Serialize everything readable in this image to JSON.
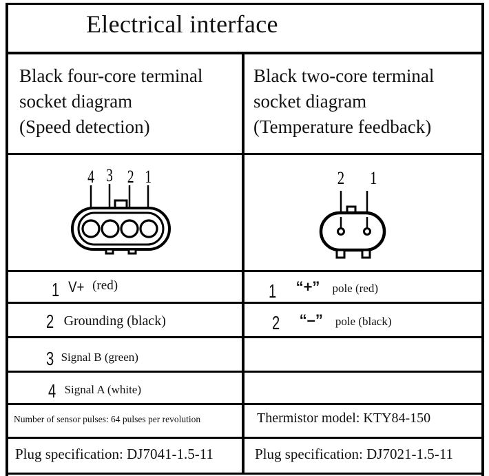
{
  "title": "Electrical interface",
  "left": {
    "header": [
      "Black four-core terminal",
      "socket diagram",
      "(Speed detection)"
    ],
    "pin_numbers": [
      "4",
      "3",
      "2",
      "1"
    ],
    "pins": [
      {
        "num": "1",
        "name": "V+",
        "desc": "(red)"
      },
      {
        "num": "2",
        "name": "",
        "desc": "Grounding (black)"
      },
      {
        "num": "3",
        "name": "",
        "desc": "Signal B (green)"
      },
      {
        "num": "4",
        "name": "",
        "desc": "Signal A (white)"
      }
    ],
    "pulses": "Number of sensor pulses: 64 pulses per revolution",
    "plug_spec": "Plug specification: DJ7041-1.5-11"
  },
  "right": {
    "header": [
      "Black two-core terminal",
      "socket diagram",
      "(Temperature feedback)"
    ],
    "pin_numbers": [
      "2",
      "1"
    ],
    "pins": [
      {
        "num": "1",
        "symbol": "“+”",
        "desc": "pole (red)"
      },
      {
        "num": "2",
        "symbol": "“–”",
        "desc": "pole (black)"
      }
    ],
    "thermistor": "Thermistor model: KTY84-150",
    "plug_spec": "Plug specification: DJ7021-1.5-11"
  }
}
